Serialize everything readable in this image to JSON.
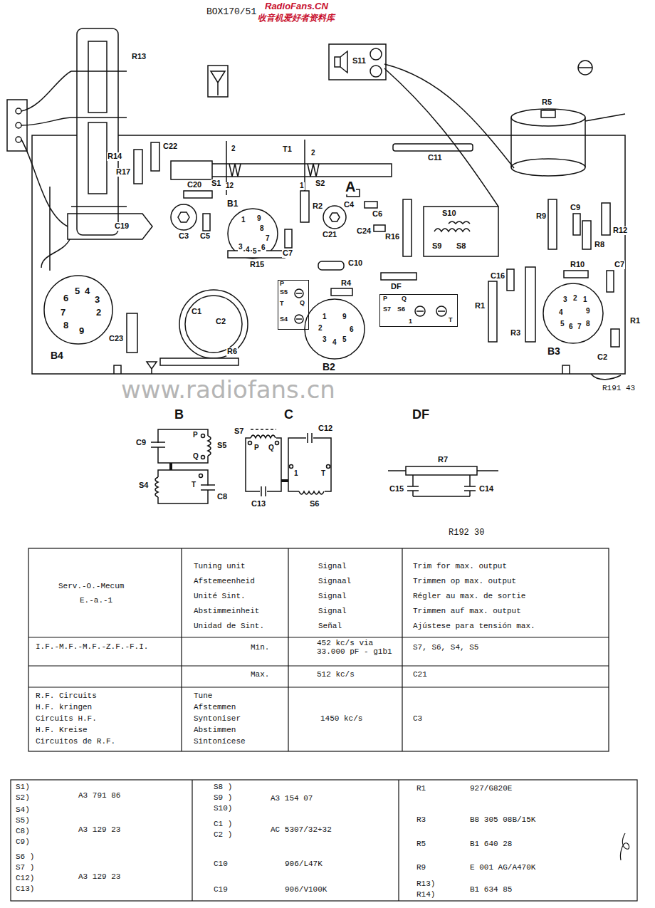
{
  "diagram": {
    "nodes": [
      {
        "text": [
          "P",
          "S5",
          "T",
          "Q",
          "S4"
        ]
      },
      {
        "text": [
          "P",
          "Q",
          "S7",
          "S6",
          "1",
          "T"
        ]
      }
    ],
    "labels": [
      "RadioFans.CN",
      "收音机爱好者资料库",
      "BOX170/51",
      "www.radiofans.cn",
      "R13",
      "R14",
      "R17",
      "C22",
      "2",
      "S1",
      "12",
      "T1",
      "2",
      "S2",
      "1",
      "A",
      "C11",
      "S11",
      "R5",
      "C20",
      "B1",
      "R2",
      "C4",
      "C6",
      "C24",
      "C19",
      "C3",
      "C5",
      "C7",
      "C21",
      "R16",
      "S10",
      "S9",
      "S8",
      "R9",
      "C9",
      "R8",
      "R12",
      "C10",
      "R15",
      "C16",
      "R10",
      "C7",
      "R4",
      "DF",
      "R1",
      "R3",
      "B3",
      "R1",
      "C2",
      "C1",
      "C2",
      "B4",
      "C23",
      "R6",
      "B2",
      "R191 43",
      "1",
      "9",
      "8",
      "7",
      "6",
      "3",
      "4",
      "5",
      "1",
      "9",
      "2",
      "6",
      "3",
      "4",
      "5",
      "3",
      "2",
      "1",
      "4",
      "9",
      "5",
      "6",
      "7",
      "8",
      "5",
      "4",
      "6",
      "3",
      "2",
      "7",
      "8",
      "9",
      "B",
      "C",
      "DF",
      "C9",
      "S5",
      "P",
      "Q",
      "S4",
      "T",
      "C8",
      "S7",
      "P",
      "Q",
      "C12",
      "1",
      "T",
      "C13",
      "S6",
      "R7",
      "C15",
      "C14",
      "R192 30",
      "Serv.-O.-Mecum",
      "E.-a.-1",
      "Tuning unit",
      "Afstemeenheid",
      "Unité Sint.",
      "Abstimmeinheit",
      "Unidad de Sint.",
      "Signal",
      "Signaal",
      "Signal",
      "Signal",
      "Señal",
      "Trim for max. output",
      "Trimmen op max. output",
      "Régler au max. de sortie",
      "Trimmen auf max. output",
      "Ajústese para tensión max.",
      "I.F.-M.F.-M.F.-Z.F.-F.I.",
      "Min.",
      "452 kc/s via 33.000 pF - g1b1",
      "S7, S6, S4, S5",
      "Max.",
      "512 kc/s",
      "C21",
      "R.F. Circuits",
      "H.F. kringen",
      "Circuits H.F.",
      "H.F. Kreise",
      "Circuitos de R.F.",
      "Tune",
      "Afstemmen",
      "Syntoniser",
      "Abstimmen",
      "Sintonícese",
      "1450 kc/s",
      "C3",
      "S1)",
      "S2)",
      "A3 791 86",
      "S4)",
      "S5)",
      "C8)",
      "C9)",
      "A3 129 23",
      "S6 )",
      "S7 )",
      "C12)",
      "C13)",
      "A3 129 23",
      "S8 )",
      "S9 )",
      "S10)",
      "A3 154 07",
      "C1 )",
      "C2 )",
      "AC 5307/32+32",
      "C10",
      "906/L47K",
      "C19",
      "906/V100K",
      "R1",
      "927/G820E",
      "R3",
      "B8 305 08B/15K",
      "R5",
      "B1 640 28",
      "R9",
      "E 001 AG/A470K",
      "R13)",
      "R14)",
      "B1 634 85"
    ]
  }
}
